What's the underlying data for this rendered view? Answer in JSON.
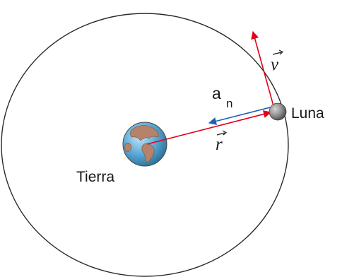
{
  "labels": {
    "earth": "Tierra",
    "moon": "Luna",
    "acceleration": "a",
    "acceleration_subscript": "n",
    "velocity": "v",
    "radius": "r"
  },
  "colors": {
    "orbit": "#2b2b2b",
    "position_vector": "#e2001a",
    "velocity_vector": "#e2001a",
    "acceleration_vector": "#1f5fb4",
    "ocean": "#5aa9d6",
    "land": "#b5826a",
    "moon": "#8a8a8a"
  }
}
